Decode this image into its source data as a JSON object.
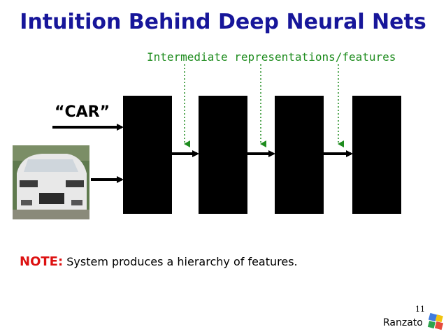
{
  "title": "Intuition Behind Deep Neural Nets",
  "annotation": "Intermediate representations/features",
  "input_label": "“CAR”",
  "note": {
    "keyword": "NOTE:",
    "text": "System produces a hierarchy of features."
  },
  "page_number": "11",
  "author": "Ranzato",
  "colors": {
    "title": "#17169a",
    "annotation": "#1e8c1e",
    "note_keyword": "#dd1111",
    "layer_block": "#000000"
  },
  "layers": [
    "layer-1",
    "layer-2",
    "layer-3",
    "layer-4"
  ],
  "icons": [
    "car-image",
    "google-logo-icon"
  ]
}
